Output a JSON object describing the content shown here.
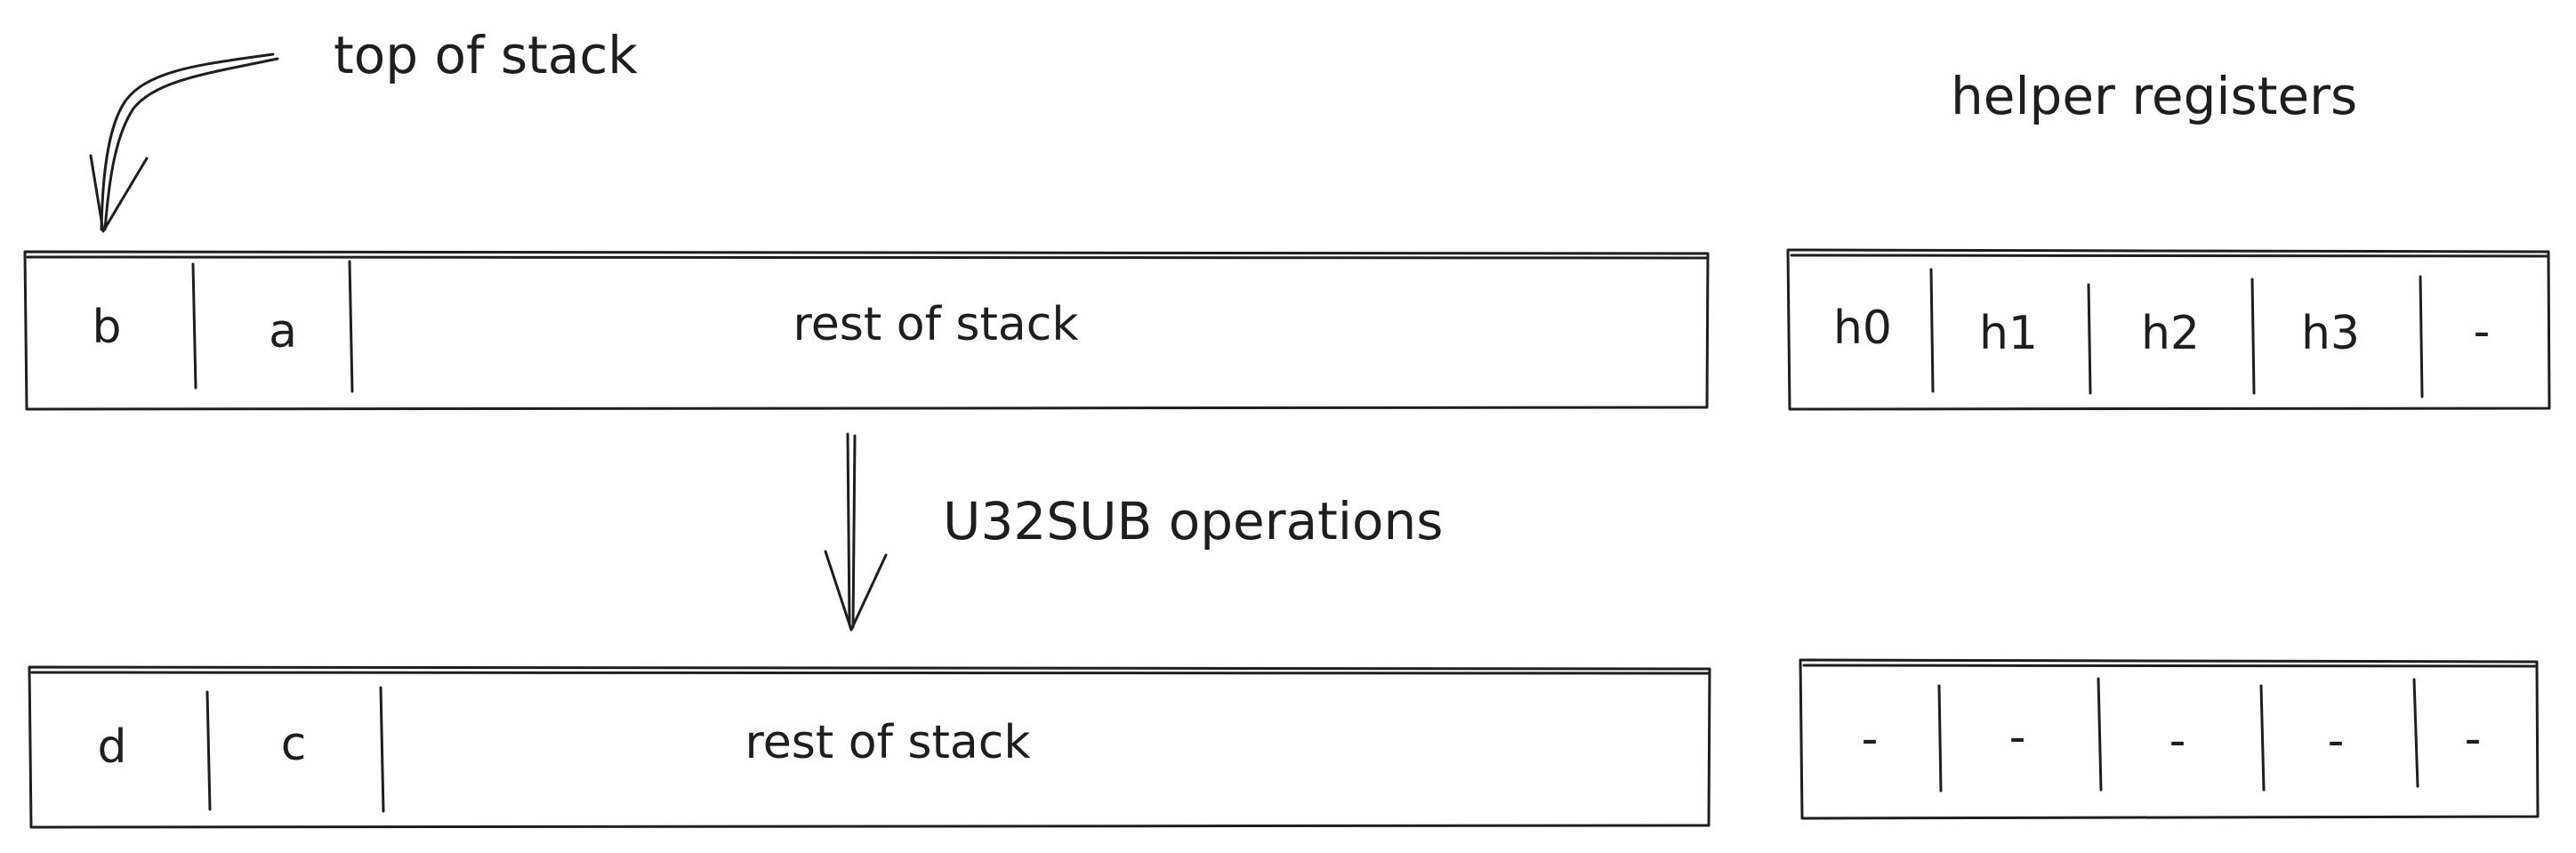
{
  "top_of_stack_label": "top of stack",
  "helper_registers_label": "helper registers",
  "operation_label": "U32SUB operations",
  "stack_before": [
    "b",
    "a",
    "rest of stack"
  ],
  "stack_after": [
    "d",
    "c",
    "rest of stack"
  ],
  "helpers_before": [
    "h0",
    "h1",
    "h2",
    "h3",
    "-"
  ],
  "helpers_after": [
    "-",
    "-",
    "-",
    "-",
    "-"
  ]
}
